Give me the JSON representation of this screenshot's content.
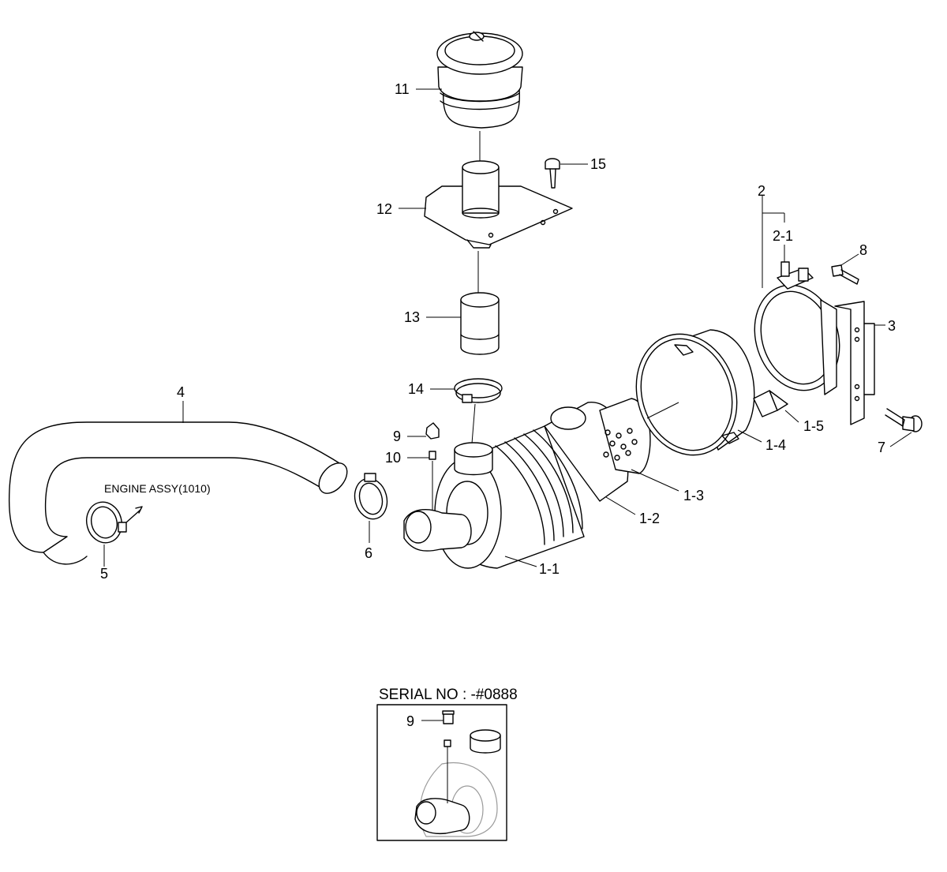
{
  "labels": {
    "p1_1": "1-1",
    "p1_2": "1-2",
    "p1_3": "1-3",
    "p1_4": "1-4",
    "p1_5": "1-5",
    "p2": "2",
    "p2_1": "2-1",
    "p3": "3",
    "p4": "4",
    "p5": "5",
    "p6": "6",
    "p7": "7",
    "p8": "8",
    "p9": "9",
    "p10": "10",
    "p11": "11",
    "p12": "12",
    "p13": "13",
    "p14": "14",
    "p15": "15",
    "engine_note": "ENGINE ASSY(1010)"
  },
  "inset": {
    "title": "SERIAL NO : -#0888",
    "p9": "9"
  }
}
